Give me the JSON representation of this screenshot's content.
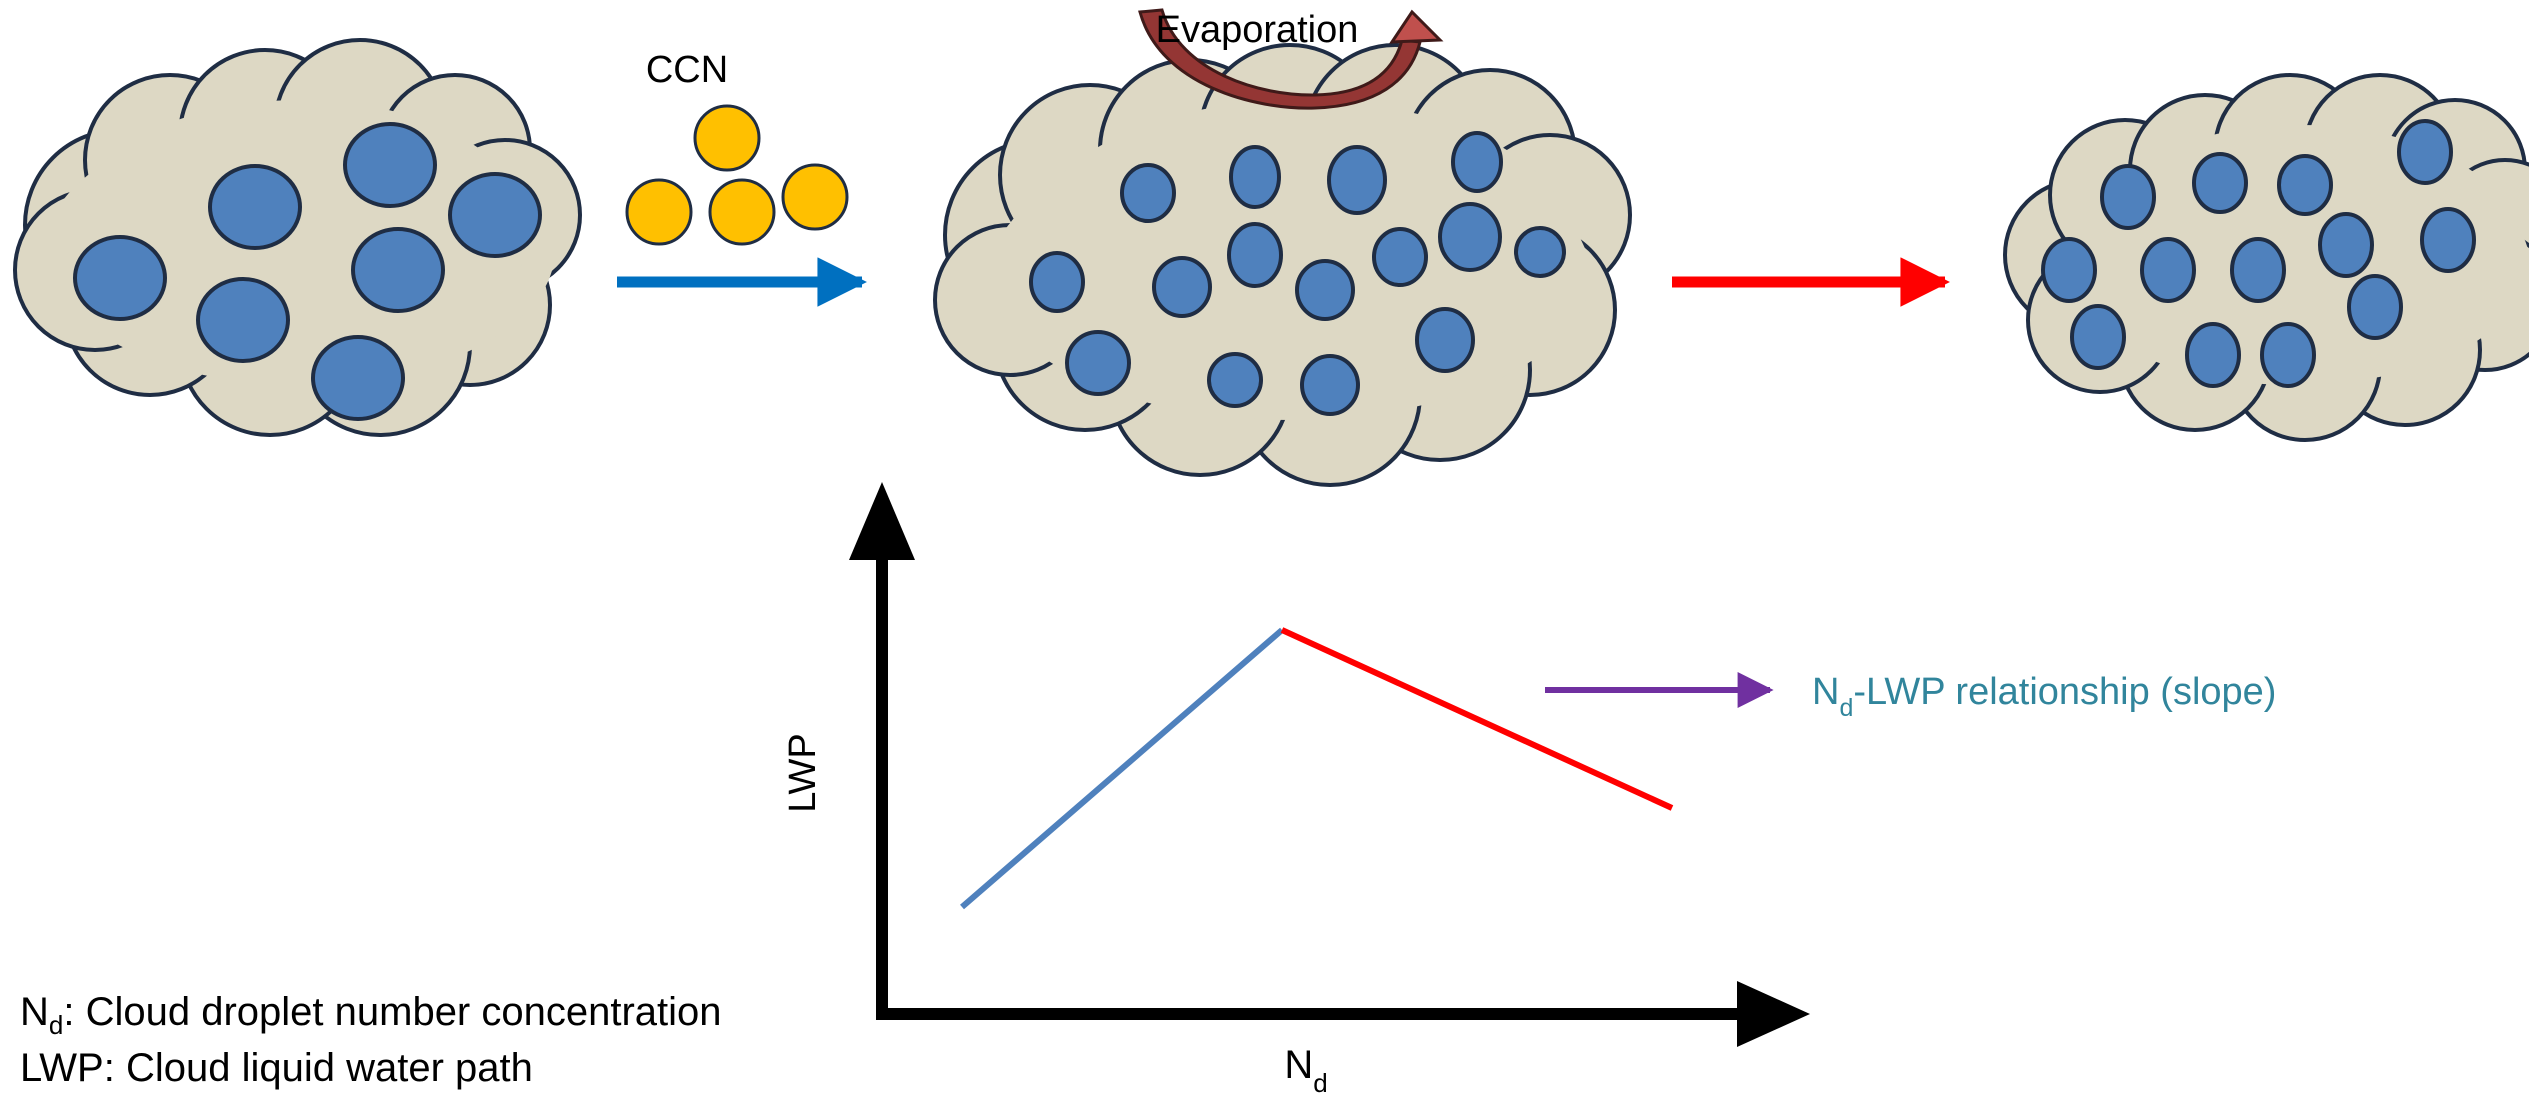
{
  "labels": {
    "ccn": "CCN",
    "evaporation": "Evaporation",
    "y_axis": "LWP",
    "x_axis_main": "N",
    "x_axis_sub": "d",
    "relationship_main": "N",
    "relationship_sub": "d",
    "relationship_rest": "-LWP relationship (slope)"
  },
  "legend": {
    "nd_main": "N",
    "nd_sub": "d",
    "nd_desc": ": Cloud droplet number concentration",
    "lwp_desc": "LWP: Cloud liquid water path"
  },
  "colors": {
    "cloud_fill": "#ddd8c4",
    "cloud_stroke": "#1f2d44",
    "droplet": "#4f81bd",
    "ccn_particle": "#ffc000",
    "blue_arrow": "#0070c0",
    "red_arrow": "#ff0000",
    "evaporation_arrow": "#943634",
    "purple_arrow": "#7030a0",
    "relationship_text": "#31859c",
    "axis": "#000000",
    "line_increase": "#4f81bd",
    "line_decrease": "#ff0000"
  }
}
